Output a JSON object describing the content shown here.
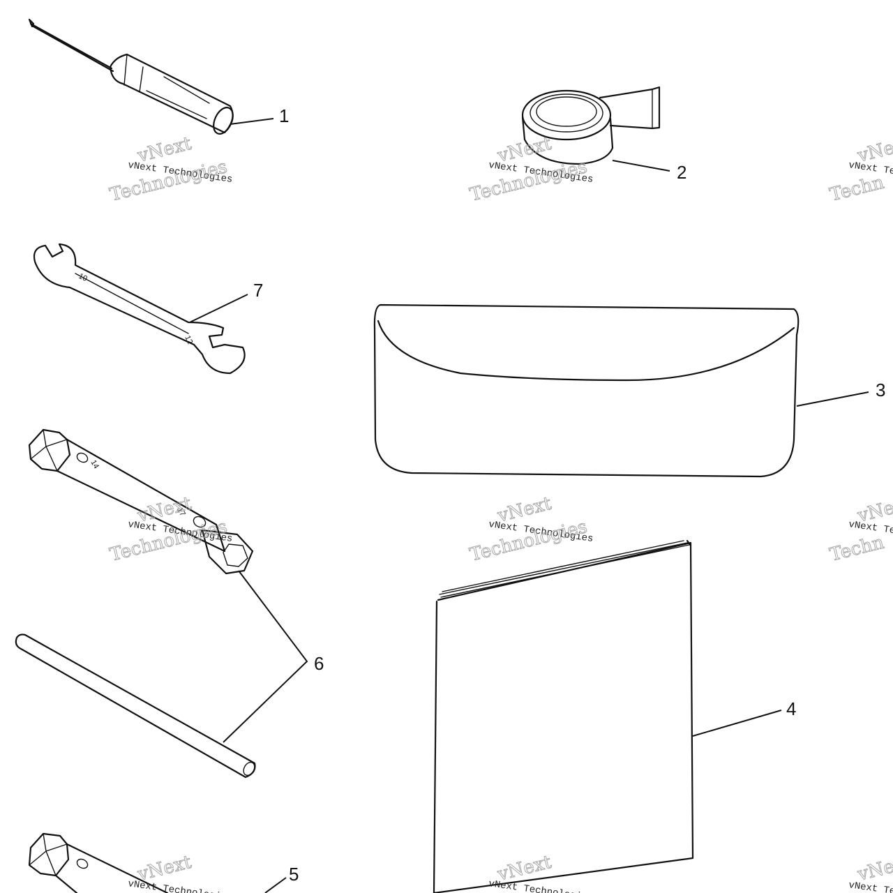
{
  "diagram": {
    "callouts": [
      {
        "id": "1",
        "label": "1"
      },
      {
        "id": "2",
        "label": "2"
      },
      {
        "id": "3",
        "label": "3"
      },
      {
        "id": "4",
        "label": "4"
      },
      {
        "id": "5",
        "label": "5"
      },
      {
        "id": "6",
        "label": "6"
      },
      {
        "id": "7",
        "label": "7"
      }
    ],
    "wrench_markings": [
      "10",
      "12"
    ],
    "socket_markings": [
      "14",
      "17"
    ]
  },
  "watermark": {
    "brand": "vNext",
    "small": "vNext Technologies",
    "large": "Technologies",
    "cut_small": "vNext Te",
    "cut_large": "Techn"
  }
}
